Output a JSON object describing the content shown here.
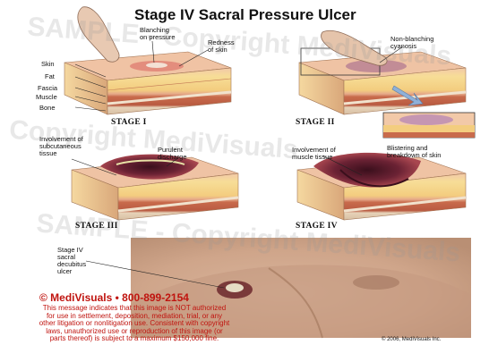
{
  "title": "Stage IV Sacral Pressure Ulcer",
  "stages": {
    "s1": "STAGE I",
    "s2": "STAGE II",
    "s3": "STAGE III",
    "s4": "STAGE IV"
  },
  "layers": {
    "skin": "Skin",
    "fat": "Fat",
    "fascia": "Fascia",
    "muscle": "Muscle",
    "bone": "Bone"
  },
  "callouts": {
    "blanching": "Blanching\non pressure",
    "redness": "Redness\nof skin",
    "non_blanching": "Non-blanching\ncyanosis",
    "blistering": "Blistering and\nbreakdown of skin",
    "subcutaneous": "Involvement of\nsubcutaneous\ntissue",
    "purulent": "Purulent\ndischarge",
    "muscle_tissue": "Involvement of\nmuscle tissue",
    "decubitus": "Stage IV\nsacral\ndecubitus\nulcer"
  },
  "watermark": {
    "line1": "SAMPLE - Copyright MediVisuals",
    "line2": "Copyright MediVisuals"
  },
  "notice": {
    "brand": "© MediVisuals • 800-899-2154",
    "line1": "This message indicates that this image is NOT authorized",
    "line2": "for use in settlement, deposition, mediation, trial, or any",
    "line3": "other litigation or nonlitigation use. Consistent with copyright",
    "line4": "laws, unauthorized use or reproduction of this image (or",
    "line5": "parts thereof) is subject to a maximum $150,000 fine."
  },
  "credit": "© 2006, MediVisuals Inc.",
  "colors": {
    "skin": "#efc6a0",
    "fat": "#f6dc93",
    "muscle": "#c96a4b",
    "bone": "#e9d7c2",
    "wound": "#6b2234",
    "watermark_red": "#c0140f"
  }
}
